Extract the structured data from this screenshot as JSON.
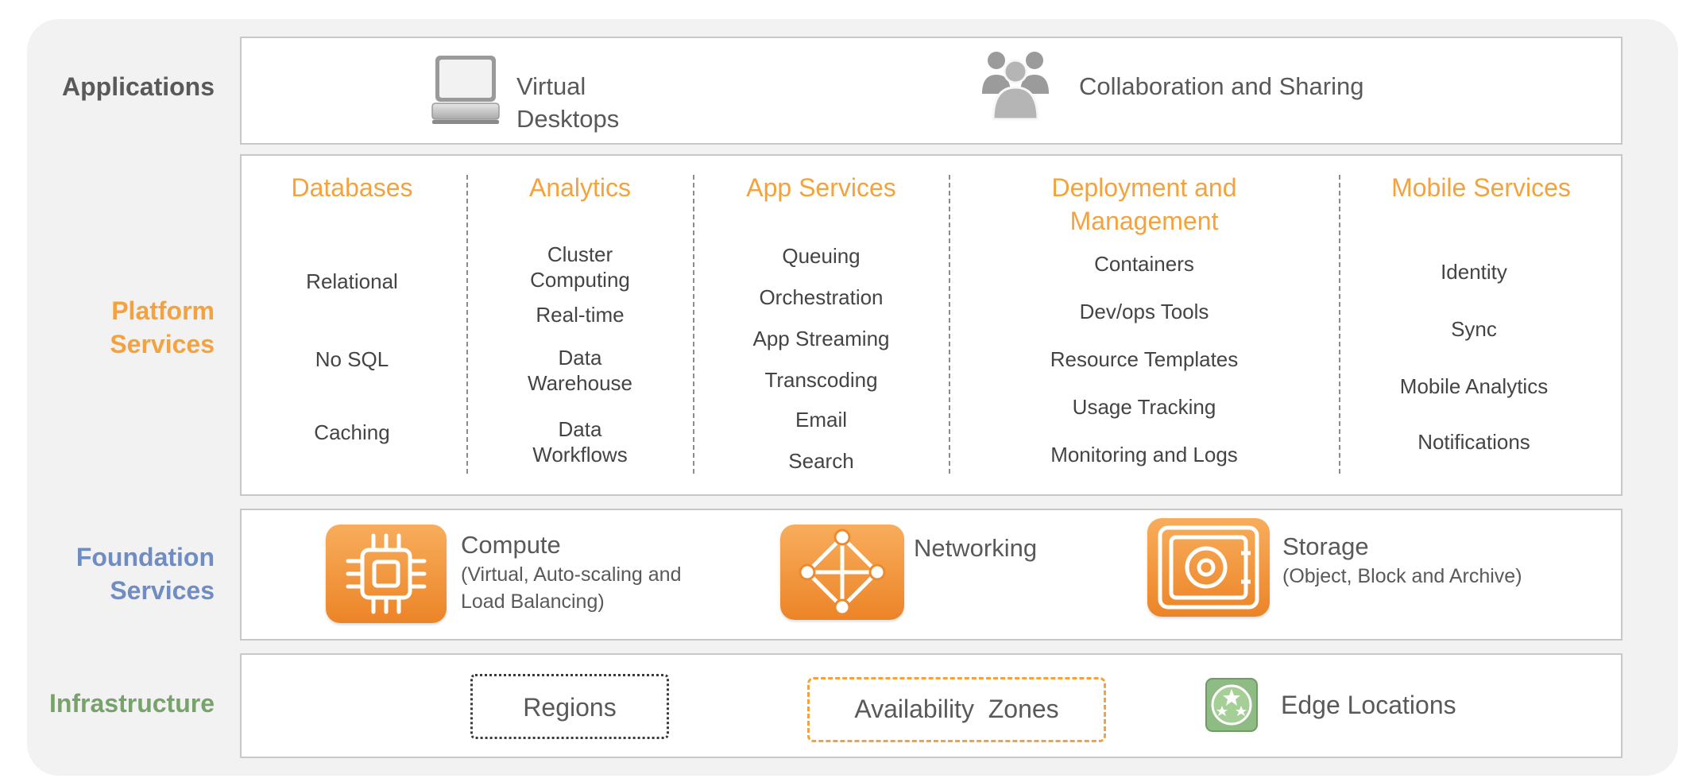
{
  "colors": {
    "orange": "#f4a23d",
    "blue": "#6f8cc4",
    "green": "#77a36a",
    "label_dark": "#595959",
    "frame_bg": "#f2f2f2"
  },
  "rows": {
    "applications": "Applications",
    "platform": [
      "Platform",
      "Services"
    ],
    "foundation": [
      "Foundation",
      "Services"
    ],
    "infrastructure": "Infrastructure"
  },
  "applications": {
    "virtual_desktops": [
      "Virtual",
      "Desktops"
    ],
    "virtual_desktops_icon": "laptop-icon",
    "collaboration": "Collaboration and Sharing",
    "collaboration_icon": "people-group-icon"
  },
  "platform_columns": {
    "databases": {
      "title": "Databases",
      "items": [
        "Relational",
        "No SQL",
        "Caching"
      ]
    },
    "analytics": {
      "title": "Analytics",
      "items": [
        "Cluster",
        "Computing",
        "Real-time",
        "Data",
        "Warehouse",
        "Data",
        "Workflows"
      ]
    },
    "app_services": {
      "title": "App Services",
      "items": [
        "Queuing",
        "Orchestration",
        "App Streaming",
        "Transcoding",
        "Email",
        "Search"
      ]
    },
    "deployment": {
      "title": [
        "Deployment and",
        "Management"
      ],
      "items": [
        "Containers",
        "Dev/ops Tools",
        "Resource Templates",
        "Usage Tracking",
        "Monitoring and Logs"
      ]
    },
    "mobile": {
      "title": "Mobile Services",
      "items": [
        "Identity",
        "Sync",
        "Mobile Analytics",
        "Notifications"
      ]
    }
  },
  "foundation": {
    "compute": {
      "title": "Compute",
      "sub": [
        "(Virtual, Auto-scaling and",
        "Load Balancing)"
      ],
      "icon": "chip-icon"
    },
    "networking": {
      "title": "Networking",
      "icon": "network-nodes-icon"
    },
    "storage": {
      "title": "Storage",
      "sub": "(Object, Block and Archive)",
      "icon": "vault-icon"
    }
  },
  "infrastructure": {
    "regions": "Regions",
    "availability_zones": "Availability  Zones",
    "edge_locations": "Edge Locations",
    "edge_icon": "globe-stars-icon"
  }
}
